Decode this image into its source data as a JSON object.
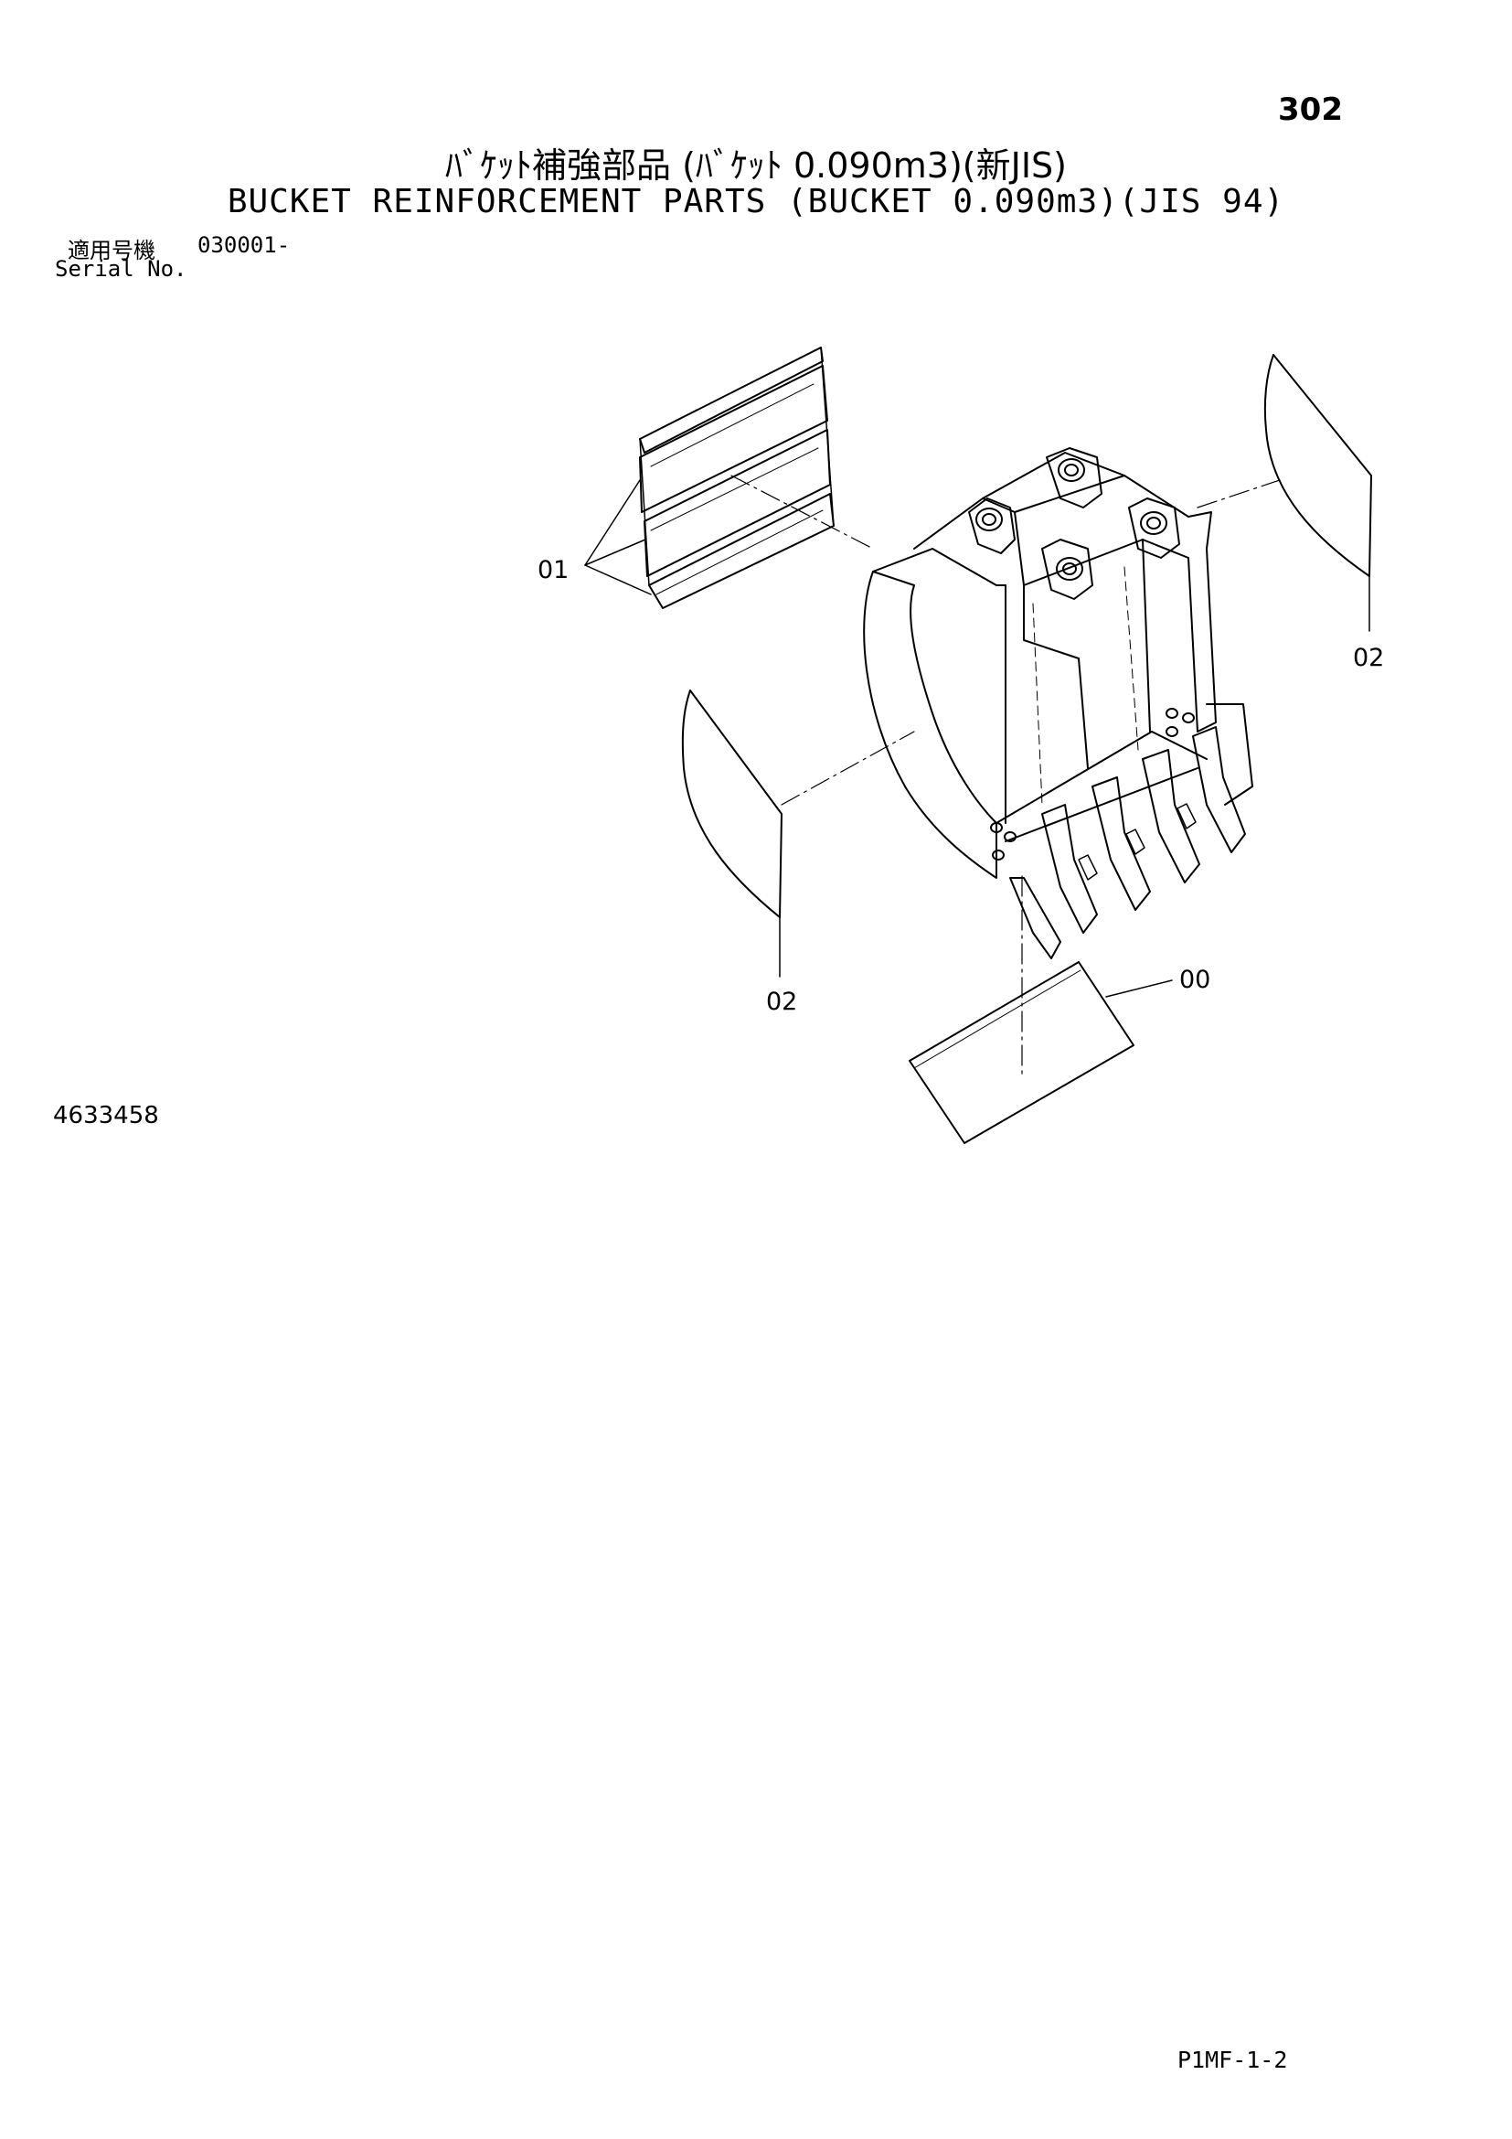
{
  "page_number": "302",
  "title_ja": "ﾊﾞｹｯﾄ補強部品 (ﾊﾞｹｯﾄ 0.090m3)(新JIS)",
  "title_en": "BUCKET REINFORCEMENT PARTS (BUCKET 0.090m3)(JIS 94)",
  "serial": {
    "label_ja": "適用号機",
    "value": "030001-",
    "label_en": "Serial No."
  },
  "callouts": {
    "c00": "00",
    "c01": "01",
    "c02_left": "02",
    "c02_right": "02"
  },
  "diagram_number": "4633458",
  "footer_code": "P1MF-1-2"
}
